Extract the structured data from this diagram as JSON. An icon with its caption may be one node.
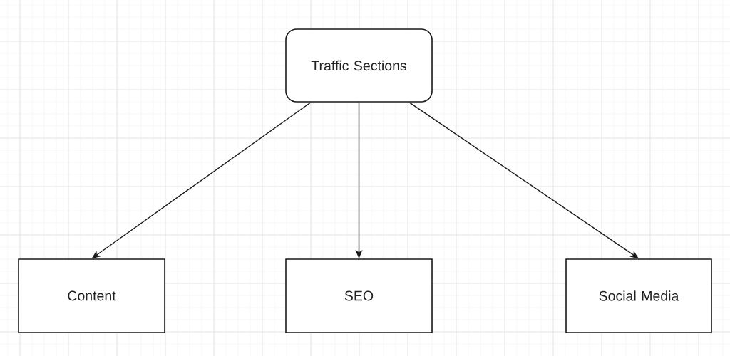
{
  "diagram": {
    "nodes": [
      {
        "text": [
          "Traffic Sections"
        ]
      },
      {
        "text": [
          "Content"
        ]
      },
      {
        "text": [
          "SEO"
        ]
      },
      {
        "text": [
          "Social Media"
        ]
      }
    ],
    "edges": [
      {
        "from": 0,
        "to": 1,
        "arrow": "to"
      },
      {
        "from": 0,
        "to": 2,
        "arrow": "to"
      },
      {
        "from": 0,
        "to": 3,
        "arrow": "to"
      }
    ]
  }
}
